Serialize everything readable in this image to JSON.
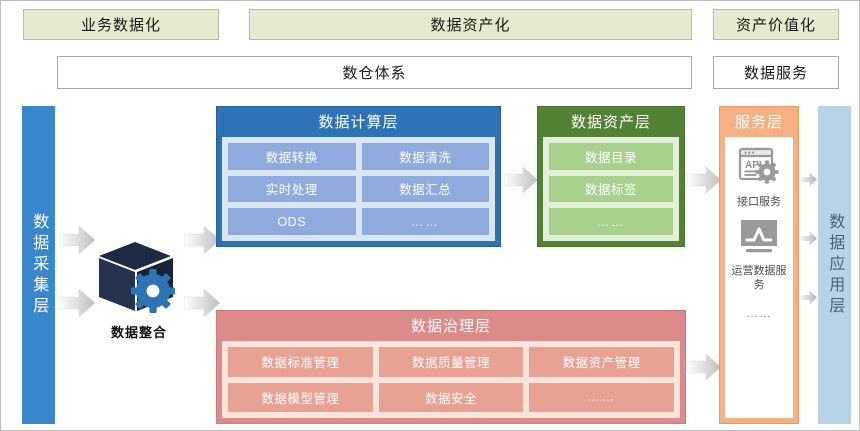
{
  "top_band": {
    "phases": [
      {
        "label": "业务数据化"
      },
      {
        "label": "数据资产化"
      },
      {
        "label": "资产价值化"
      }
    ],
    "systems": [
      {
        "label": "数仓体系"
      },
      {
        "label": "数据服务"
      }
    ]
  },
  "side_bars": {
    "collect": {
      "label": "数据采集层",
      "color": "#3a87cd"
    },
    "application": {
      "label": "数据应用层",
      "color": "#b7d3e8"
    }
  },
  "integration": {
    "label": "数据整合",
    "icon": "cube-gear-icon",
    "cube_color": "#1f2a44",
    "gear_color": "#2e74b5"
  },
  "layers": [
    {
      "id": "compute",
      "title": "数据计算层",
      "header_color": "#2e74b5",
      "body_color": "#dce6f2",
      "chip_color": "#8faadc",
      "items": [
        "数据转换",
        "数据清洗",
        "实时处理",
        "数据汇总",
        "ODS",
        "……"
      ]
    },
    {
      "id": "asset",
      "title": "数据资产层",
      "header_color": "#548235",
      "body_color": "#e2efd9",
      "chip_color": "#a9d18e",
      "items": [
        "数据目录",
        "数据标签",
        "……"
      ]
    },
    {
      "id": "governance",
      "title": "数据治理层",
      "header_color": "#dd8a8a",
      "body_color": "#fbe5da",
      "chip_color": "#e8a294",
      "items": [
        "数据标准管理",
        "数据质量管理",
        "数据资产管理",
        "数据模型管理",
        "数据安全",
        "……"
      ]
    },
    {
      "id": "service",
      "title": "服务层",
      "header_color": "#f4b183",
      "body_color": "#ffffff",
      "items": [
        {
          "icon": "api-gear-icon",
          "label": "接口服务"
        },
        {
          "icon": "monitor-chart-icon",
          "label": "运营数据服务"
        }
      ],
      "more": "……"
    }
  ]
}
